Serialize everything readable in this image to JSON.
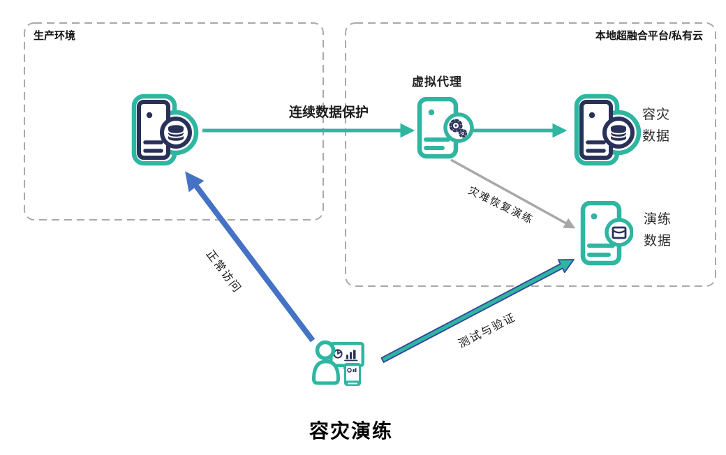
{
  "title": "容灾演练",
  "colors": {
    "teal": "#2eb6a1",
    "navy": "#2a3158",
    "blue": "#4472c4",
    "gray": "#a8a8a8",
    "arrow_outline_blue": "#33439e",
    "dashed_border": "#a9a9a9"
  },
  "boxes": {
    "production": {
      "label": "生产环境"
    },
    "cloud": {
      "label": "本地超融合平台/私有云"
    }
  },
  "nodes": {
    "production_server": {
      "icon": "server-database-icon",
      "label": ""
    },
    "virtual_agent": {
      "icon": "server-gear-icon",
      "label": "虚拟代理"
    },
    "dr_data": {
      "icon": "server-database-icon",
      "label": "容灾\n数据"
    },
    "drill_data": {
      "icon": "server-mail-icon",
      "label": "演练\n数据"
    },
    "operator": {
      "icon": "analyst-devices-icon",
      "label": ""
    }
  },
  "arrows": {
    "cdp": {
      "label": "连续数据保护",
      "color": "#2eb6a1",
      "from": "production_server",
      "to": "virtual_agent"
    },
    "agent_to_dr": {
      "label": "",
      "color": "#2eb6a1",
      "from": "virtual_agent",
      "to": "dr_data"
    },
    "dr_drill": {
      "label": "灾难恢复演练",
      "color": "#a8a8a8",
      "from": "virtual_agent",
      "to": "drill_data"
    },
    "normal_access": {
      "label": "正常访问",
      "color": "#4472c4",
      "from": "operator",
      "to": "production_server"
    },
    "test_verify": {
      "label": "测试与验证",
      "color": "#2eb6a1",
      "from": "operator",
      "to": "drill_data"
    }
  }
}
